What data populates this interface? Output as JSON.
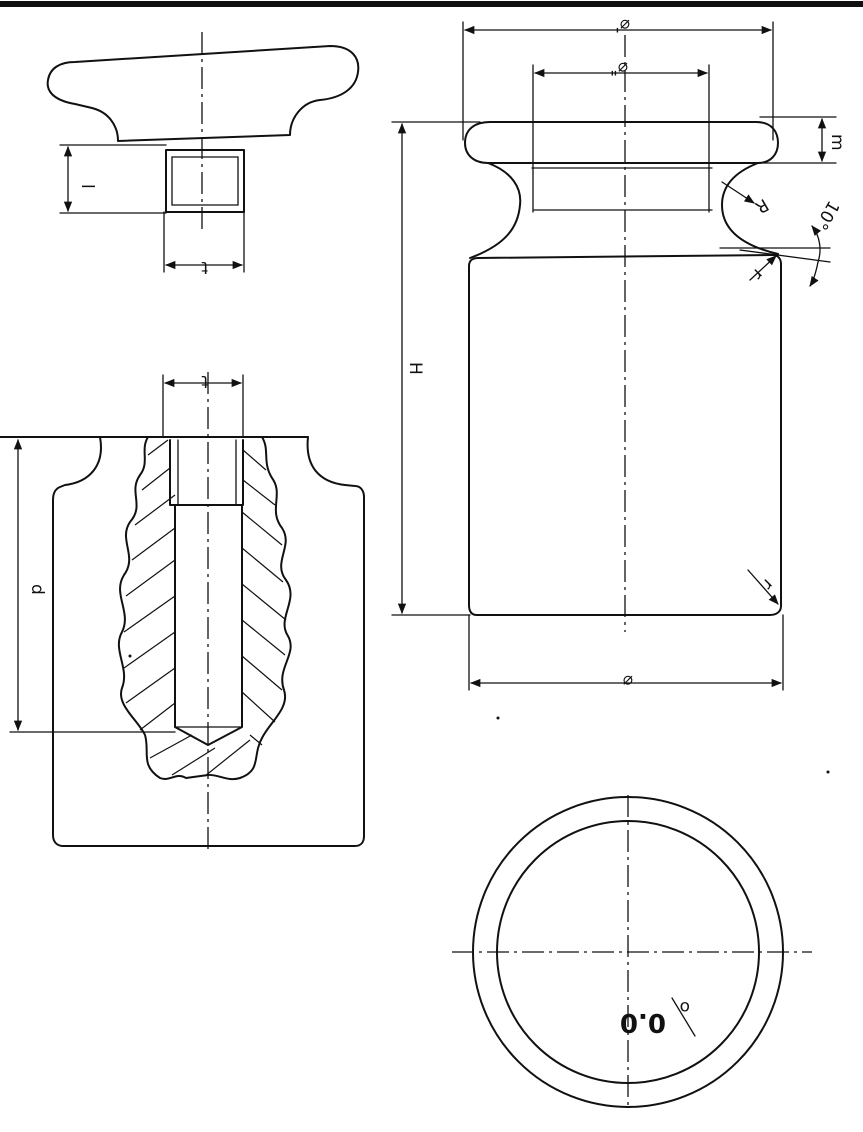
{
  "drawing": {
    "top_detail": {
      "dim_height": "l",
      "dim_width": "t"
    },
    "section_detail": {
      "dim_width": "t",
      "dim_depth": "d"
    },
    "side_view": {
      "dim_top_diameter": "⌀'",
      "dim_neck_diameter": "⌀\"",
      "dim_knob_height": "m",
      "dim_radius": "R",
      "dim_angle": "10°",
      "dim_fillet_upper": "r",
      "dim_total_height": "H",
      "dim_fillet_lower": "r",
      "dim_base_diameter": "⌀"
    },
    "plan_view": {
      "mark": "0.0",
      "mark_superscript": "o"
    }
  }
}
